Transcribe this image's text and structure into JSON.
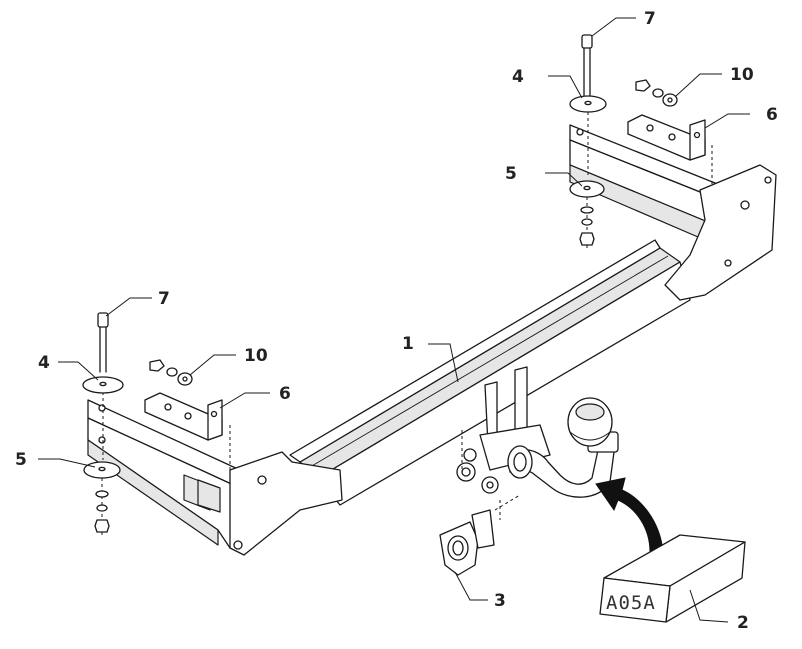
{
  "callouts": {
    "c1": "1",
    "c2": "2",
    "c3": "3",
    "c4_right": "4",
    "c4_left": "4",
    "c5_right": "5",
    "c5_left": "5",
    "c6_right": "6",
    "c6_left": "6",
    "c7_right": "7",
    "c7_left": "7",
    "c10_right": "10",
    "c10_left": "10"
  },
  "kit_box_label": "A05A",
  "colors": {
    "line": "#1a1a1a",
    "arrow_fill": "#111111",
    "shade": "#e6e6e6"
  }
}
